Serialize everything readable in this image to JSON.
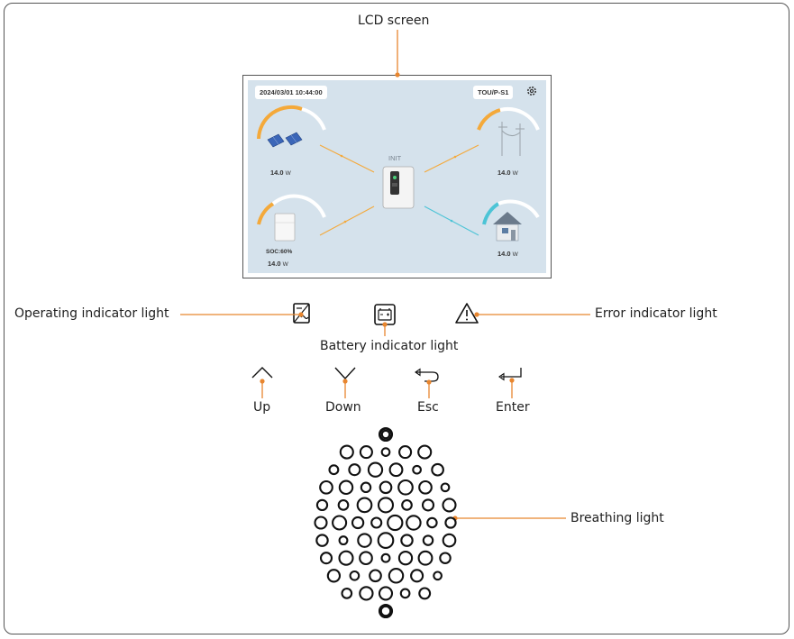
{
  "labels": {
    "lcd_screen": "LCD screen",
    "operating": "Operating indicator light",
    "battery": "Battery indicator light",
    "error": "Error indicator light",
    "breathing": "Breathing light"
  },
  "buttons": {
    "up": "Up",
    "down": "Down",
    "esc": "Esc",
    "enter": "Enter"
  },
  "lcd": {
    "datetime": "2024/03/01 10:44:00",
    "mode": "TOU/P-S1",
    "status": "INIT",
    "pv_power": "14.0",
    "grid_power": "14.0",
    "battery_soc": "SOC:60%",
    "battery_power": "14.0",
    "load_power": "14.0",
    "unit": "W"
  },
  "colors": {
    "leader": "#e8862f",
    "pv_arc": "#f4a93a",
    "load_arc": "#4cc4d6",
    "screen_bg": "#d5e2ec"
  }
}
